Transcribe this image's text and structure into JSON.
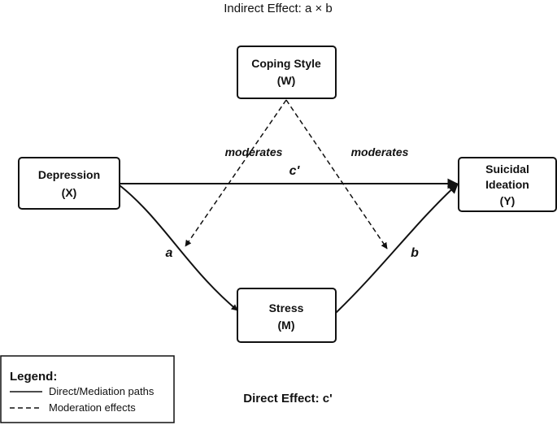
{
  "header": {
    "indirect_effect": "Indirect Effect: a × b"
  },
  "nodes": {
    "coping": {
      "name": "Coping Style",
      "symbol": "(W)"
    },
    "depression": {
      "name": "Depression",
      "symbol": "(X)"
    },
    "suicidal": {
      "name_line1": "Suicidal",
      "name_line2": "Ideation",
      "symbol": "(Y)"
    },
    "stress": {
      "name": "Stress",
      "symbol": "(M)"
    }
  },
  "edges": {
    "direct_label": "c'",
    "a_label": "a",
    "b_label": "b",
    "moderates_left": "moderates",
    "moderates_right": "moderates"
  },
  "footer": {
    "direct_effect": "Direct Effect: c'"
  },
  "legend": {
    "title": "Legend:",
    "solid_label": "Direct/Mediation paths",
    "dashed_label": "Moderation effects"
  },
  "colors": {
    "stroke": "#111111",
    "background": "#ffffff"
  }
}
